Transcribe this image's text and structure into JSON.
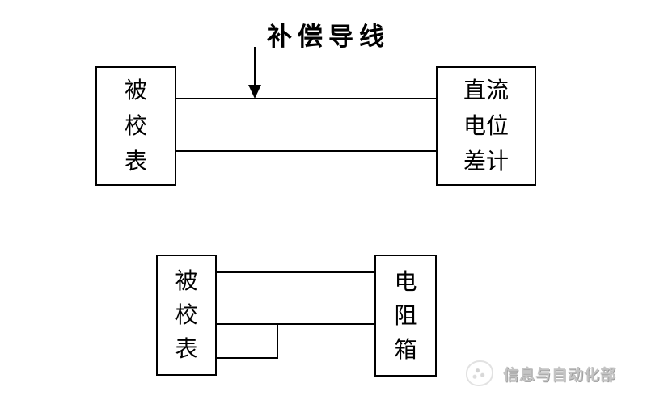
{
  "canvas": {
    "background": "#ffffff",
    "line_color": "#000000"
  },
  "top_diagram": {
    "annotation": "补偿导线",
    "left_box": {
      "chars": [
        "被",
        "校",
        "表"
      ]
    },
    "right_box": {
      "rows": [
        "直流",
        "电位",
        "差计"
      ]
    }
  },
  "bottom_diagram": {
    "left_box": {
      "chars": [
        "被",
        "校",
        "表"
      ]
    },
    "right_box": {
      "chars": [
        "电",
        "阻",
        "箱"
      ]
    }
  },
  "watermark": {
    "icon": "circular-logo-icon",
    "text": "信息与自动化部",
    "color": "#c4c4c4"
  }
}
